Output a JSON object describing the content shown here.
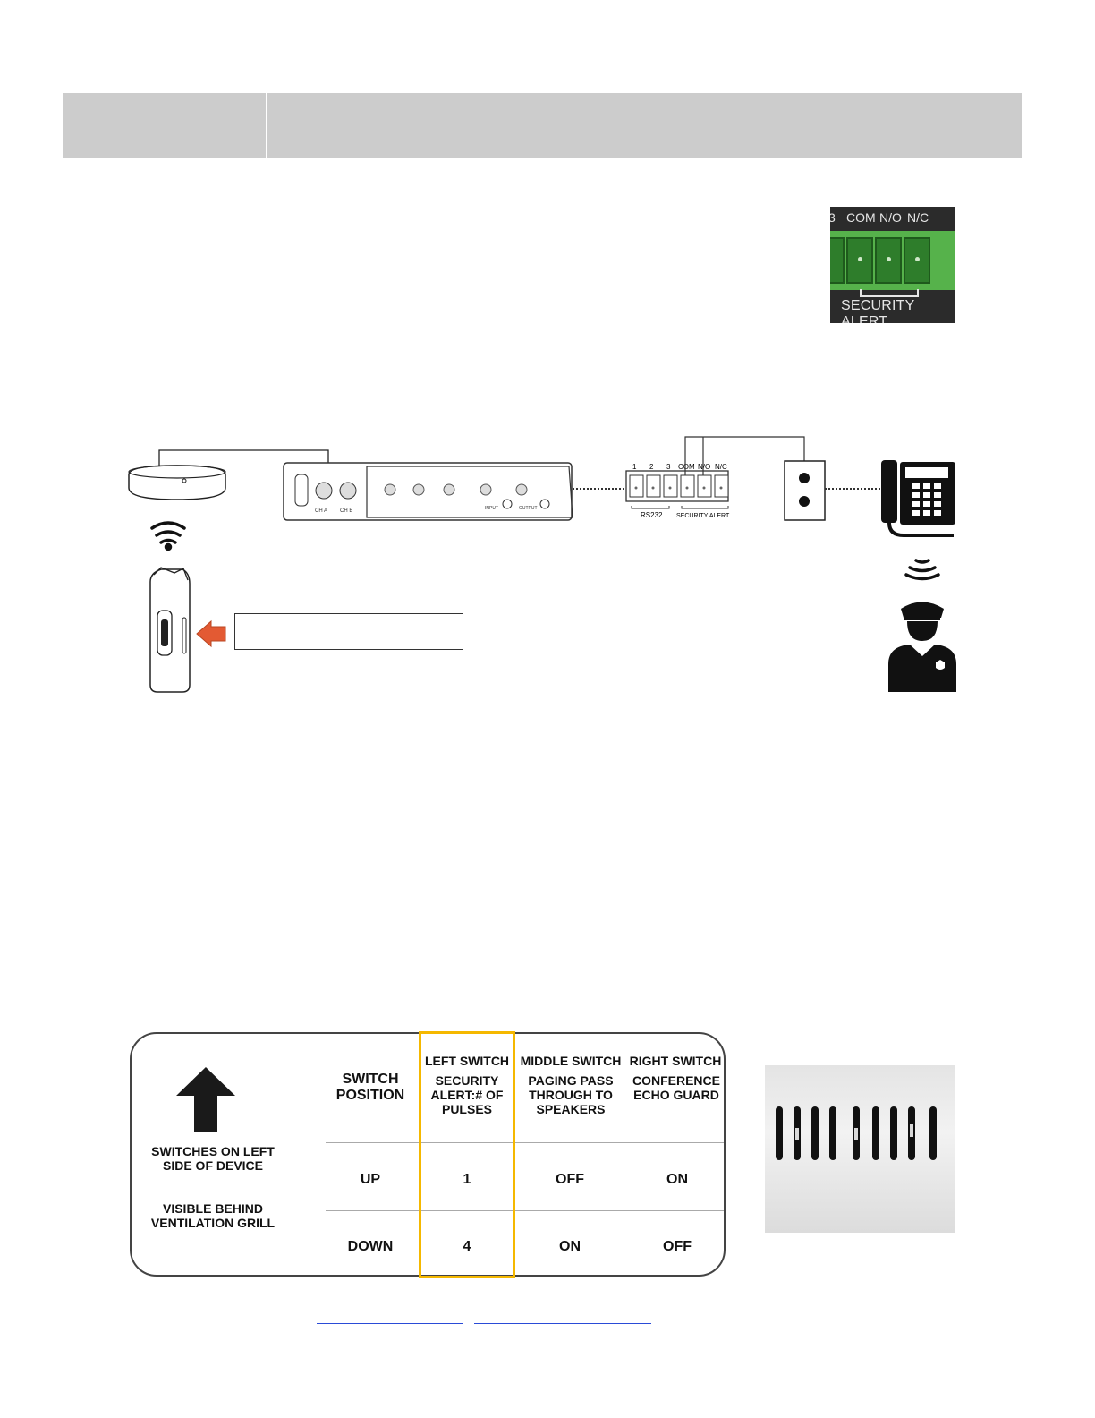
{
  "header": {
    "left": "",
    "right": ""
  },
  "terminal_photo": {
    "labels": [
      "3",
      "COM",
      "N/O",
      "N/C"
    ],
    "caption": "SECURITY ALERT"
  },
  "diagram": {
    "receiver": {
      "labels": {
        "ch_a": "CH A",
        "ch_b": "CH B",
        "input": "INPUT",
        "output": "OUTPUT"
      }
    },
    "terminal_block": {
      "pins": [
        "1",
        "2",
        "3",
        "COM",
        "N/O",
        "N/C"
      ],
      "group_rs232": "RS232",
      "group_security": "SECURITY ALERT"
    },
    "callout_text": ""
  },
  "switch_table": {
    "left_notes": [
      "SWITCHES ON LEFT SIDE OF DEVICE",
      "VISIBLE BEHIND VENTILATION GRILL"
    ],
    "position_header": "SWITCH POSITION",
    "columns": [
      {
        "title": "LEFT SWITCH",
        "desc": "SECURITY ALERT:# OF PULSES"
      },
      {
        "title": "MIDDLE SWITCH",
        "desc": "PAGING PASS THROUGH TO SPEAKERS"
      },
      {
        "title": "RIGHT SWITCH",
        "desc": "CONFERENCE ECHO GUARD"
      }
    ],
    "rows": [
      {
        "position": "UP",
        "values": [
          "1",
          "OFF",
          "ON"
        ]
      },
      {
        "position": "DOWN",
        "values": [
          "4",
          "ON",
          "OFF"
        ]
      }
    ],
    "highlight_color": "#f5b800"
  },
  "footer": {
    "links": [
      "",
      ""
    ]
  }
}
